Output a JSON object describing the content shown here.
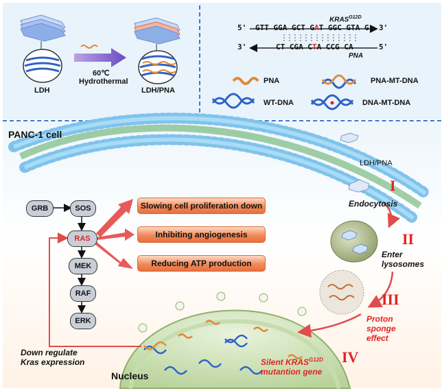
{
  "top": {
    "ldh_label": "LDH",
    "process_temp": "60℃",
    "process_method": "Hydrothermal",
    "ldh_pna_label": "LDH/PNA",
    "sequence": {
      "gene_label": "KRAS",
      "gene_sup": "G12D",
      "top_5prime": "5'",
      "top_3prime": "3'",
      "top_seq_a": "GTT GGA GCT G",
      "top_seq_mut": "A",
      "top_seq_b": "T GGC GTA G",
      "bot_3prime": "3'",
      "bot_5prime": "5'",
      "bot_seq_a": "CT CGA C",
      "bot_seq_mut": "T",
      "bot_seq_b": "A CCG CA",
      "pna_label": "PNA"
    },
    "legend": {
      "pna": "PNA",
      "pna_mt_dna": "PNA-MT-DNA",
      "wt_dna": "WT-DNA",
      "dna_mt_dna": "DNA-MT-DNA"
    }
  },
  "bottom": {
    "cell_title": "PANC-1 cell",
    "ldh_pna_label": "LDH/PNA",
    "pathway": [
      "GRB",
      "SOS",
      "RAS",
      "MEK",
      "RAF",
      "ERK"
    ],
    "effects": [
      "Slowing cell proliferation down",
      "Inhibiting angiogenesis",
      "Reducing ATP production"
    ],
    "down_regulate": [
      "Down regulate",
      "Kras expression"
    ],
    "steps": {
      "I": "I",
      "II": "II",
      "III": "III",
      "IV": "IV",
      "endocytosis": "Endocytosis",
      "enter": "Enter",
      "lysosomes": "lysosomes",
      "proton": "Proton",
      "sponge": "sponge",
      "effect": "effect",
      "silent_a": "Silent KRAS",
      "silent_sup": "G12D",
      "silent_b": "mutantion  gene"
    },
    "nucleus_label": "Nucleus"
  },
  "colors": {
    "accent_red": "#e02424",
    "banner_orange": "#ee7f4c",
    "membrane_blue": "#7fc3ec",
    "divider_blue": "#3a78c9"
  }
}
